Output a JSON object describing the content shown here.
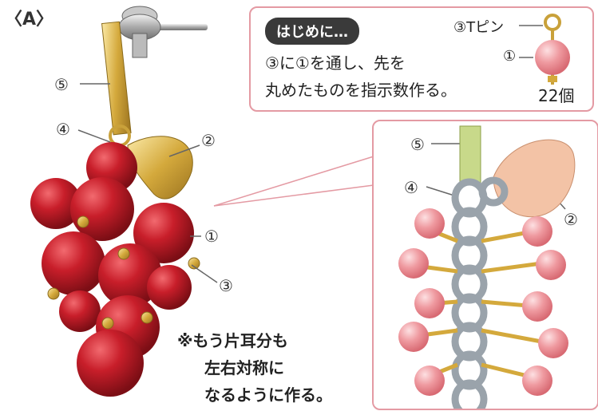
{
  "figure_label": "〈A〉",
  "callouts": {
    "c5": "⑤",
    "c4": "④",
    "c2": "②",
    "c1": "①",
    "c3": "③"
  },
  "intro": {
    "tag": "はじめに…",
    "line1": "③に①を通し、先を",
    "line2": "丸めたものを指示数作る。",
    "tpin_label": "③Tピン",
    "bead_label": "①",
    "count": "22個"
  },
  "detail": {
    "c5": "⑤",
    "c4": "④",
    "c2": "②"
  },
  "note": {
    "line1": "※もう片耳分も",
    "line2": "左右対称に",
    "line3": "なるように作る。"
  },
  "colors": {
    "accent_border": "#e49aa3",
    "bead_red": "#c81e2a",
    "bead_pink": "#e8818a",
    "gold": "#d4a93c",
    "ring_gray": "#9aa3ab",
    "leaf_peach": "#f3c3a6",
    "post_green": "#c8d98a"
  }
}
